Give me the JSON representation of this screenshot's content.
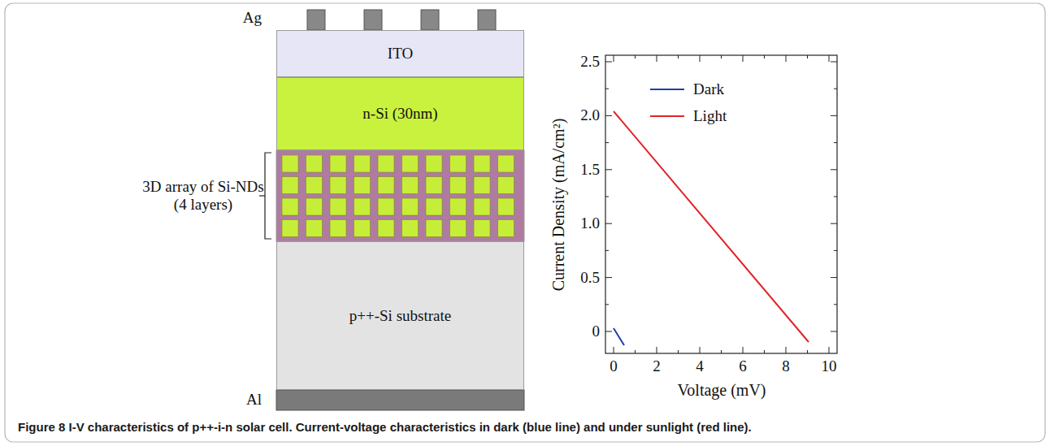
{
  "diagram": {
    "caption": "Figure 8 I-V characteristics of p++-i-n solar cell. Current-voltage characteristics in dark (blue line) and under sunlight (red line).",
    "nodes": [
      {
        "text": [
          "ITO"
        ]
      },
      {
        "text": [
          "n-Si (30nm)"
        ]
      },
      {
        "text": [
          "p++-Si substrate"
        ]
      }
    ],
    "labels": [
      "Ag",
      "3D array of Si-NDs (4 layers)",
      "Al",
      "0",
      "0.5",
      "1.0",
      "1.5",
      "2.0",
      "2.5",
      "0",
      "2",
      "4",
      "6",
      "8",
      "10",
      "Current Density (mA/cm²)",
      "Voltage (mV)"
    ],
    "legend": [
      {
        "text": "Dark"
      },
      {
        "text": "Light"
      }
    ]
  }
}
